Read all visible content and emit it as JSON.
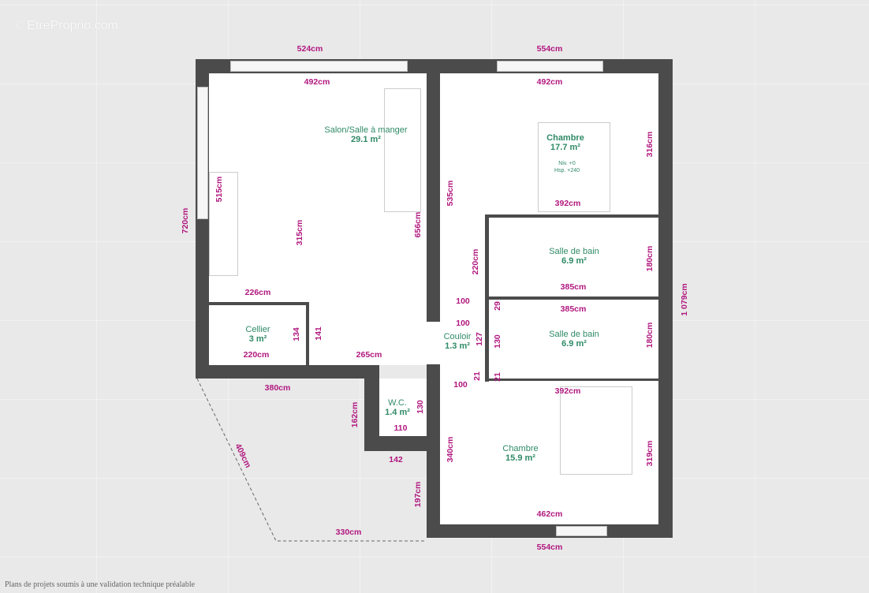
{
  "watermark": "© EtreProprio.com",
  "note": "Plans de projets soumis à une validation technique préalable",
  "rooms": {
    "salon": {
      "name": "Salon/Salle à manger",
      "area": "29.1 m²"
    },
    "chambre1": {
      "name": "Chambre",
      "area": "17.7 m²",
      "niv": "Niv. +0",
      "hsp": "Hsp. +240"
    },
    "sdb1": {
      "name": "Salle de bain",
      "area": "6.9 m²"
    },
    "sdb2": {
      "name": "Salle de bain",
      "area": "6.9 m²"
    },
    "cellier": {
      "name": "Cellier",
      "area": "3 m²"
    },
    "couloir": {
      "name": "Couloir",
      "area": "1.3 m²"
    },
    "wc": {
      "name": "W.C.",
      "area": "1.4 m²"
    },
    "chambre2": {
      "name": "Chambre",
      "area": "15.9 m²"
    }
  },
  "dims": {
    "top_left": "524cm",
    "top_right": "554cm",
    "salon_w": "492cm",
    "ch1_w": "492cm",
    "kitchen": "515cm",
    "left_h": "720cm",
    "d315": "315cm",
    "d656": "656cm",
    "d535": "535cm",
    "d316": "316cm",
    "d392a": "392cm",
    "d220": "220cm",
    "d127": "127",
    "d180a": "180cm",
    "d385a": "385cm",
    "d385b": "385cm",
    "d100a": "100",
    "d100b": "100",
    "d29": "29",
    "d130a": "130",
    "d180b": "180cm",
    "d1079": "1 079cm",
    "d226": "226cm",
    "d134": "134",
    "d141": "141",
    "d220b": "220cm",
    "d265": "265cm",
    "d21a": "21",
    "d21b": "21",
    "d100c": "100",
    "d392b": "392cm",
    "d380": "380cm",
    "d162": "162cm",
    "d130b": "130",
    "d110": "110",
    "d142": "142",
    "d409": "409cm",
    "d340": "340cm",
    "d319": "319cm",
    "d197": "197cm",
    "d330": "330cm",
    "d462": "462cm",
    "bottom": "554cm"
  }
}
